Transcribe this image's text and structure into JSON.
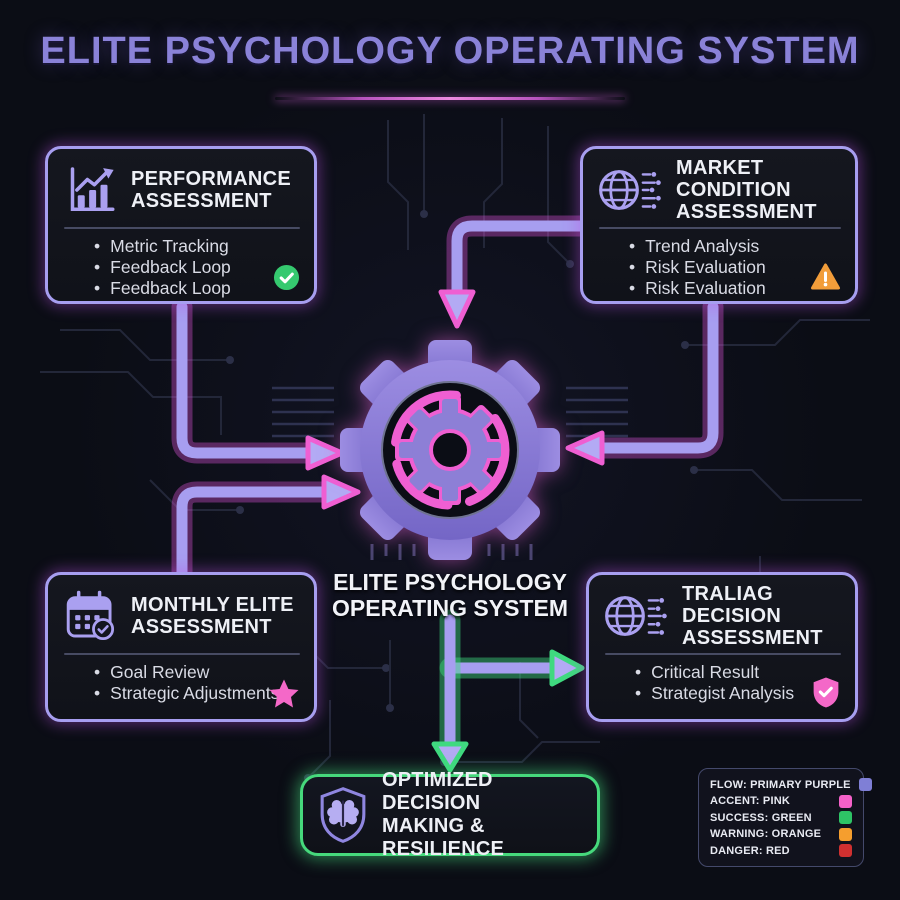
{
  "title": "ELITE PSYCHOLOGY OPERATING SYSTEM",
  "center": {
    "line1": "ELITE PSYCHOLOGY",
    "line2": "OPERATING SYSTEM",
    "icon": "gear-icon"
  },
  "boxes": {
    "performance": {
      "title_line1": "PERFORMANCE",
      "title_line2": "ASSESSMENT",
      "icon": "bar-chart-icon",
      "status_icon": "check-circle-green",
      "items": [
        "Metric Tracking",
        "Feedback Loop",
        "Feedback Loop"
      ]
    },
    "market": {
      "title_line1": "MARKET CONDITION",
      "title_line2": "ASSESSMENT",
      "icon": "globe-circuit-icon",
      "status_icon": "warning-triangle-orange",
      "items": [
        "Trend Analysis",
        "Risk Evaluation",
        "Risk Evaluation"
      ]
    },
    "monthly": {
      "title_line1": "MONTHLY ELITE",
      "title_line2": "ASSESSMENT",
      "icon": "calendar-check-icon",
      "status_icon": "star-pink",
      "items": [
        "Goal Review",
        "Strategic Adjustments"
      ]
    },
    "traliag": {
      "title_line1": "TRALIAG DECISION",
      "title_line2": "ASSESSMENT",
      "icon": "globe-circuit-icon",
      "status_icon": "shield-check-pink",
      "items": [
        "Critical Result",
        "Strategist Analysis"
      ]
    },
    "optimized": {
      "title_line1": "OPTIMIZED DECISION",
      "title_line2": "MAKING & RESILIENCE",
      "icon": "shield-brain-icon"
    }
  },
  "legend": {
    "items": [
      {
        "label": "FLOW: PRIMARY PURPLE",
        "color": "#7f7fd6"
      },
      {
        "label": "ACCENT: PINK",
        "color": "#f561c9"
      },
      {
        "label": "SUCCESS: GREEN",
        "color": "#2ec466"
      },
      {
        "label": "WARNING: ORANGE",
        "color": "#f59e2e"
      },
      {
        "label": "DANGER: RED",
        "color": "#d03030"
      }
    ]
  },
  "colors": {
    "bg": "#0b0d15",
    "panel": "#13151f",
    "purple": "#8a82d8",
    "line": "#a79ef0",
    "pink": "#ef5fd2",
    "green": "#3fd97f",
    "orange": "#f29d3a",
    "red": "#d23a34",
    "text": "#eef0f6",
    "muted": "#d9dbe5",
    "border": "#a79ef0",
    "circuit": "#232739"
  }
}
